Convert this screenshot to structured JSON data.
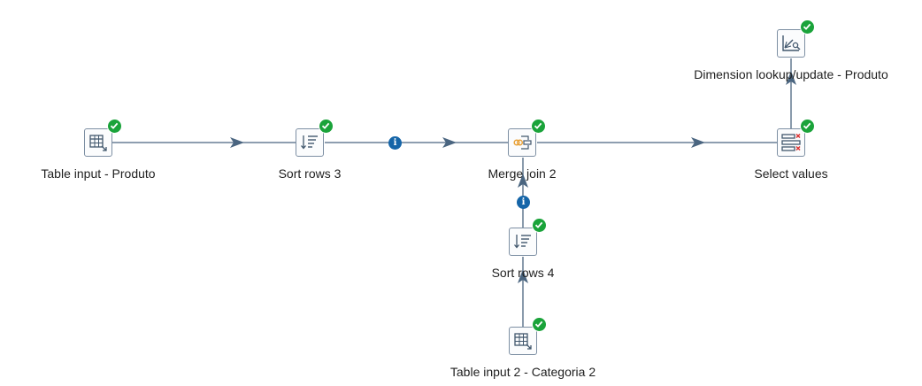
{
  "colors": {
    "hop": "#4a6580",
    "ok_badge": "#1aa33a",
    "info_badge": "#1565a8",
    "step_border": "#7d8fa3"
  },
  "steps": [
    {
      "id": "table_input_produto",
      "label": "Table input - Produto",
      "icon": "table-input-icon",
      "status": "ok-check-icon"
    },
    {
      "id": "sort_rows_3",
      "label": "Sort rows 3",
      "icon": "sort-rows-icon",
      "status": "ok-check-icon"
    },
    {
      "id": "merge_join_2",
      "label": "Merge join 2",
      "icon": "merge-join-icon",
      "status": "ok-check-icon"
    },
    {
      "id": "select_values",
      "label": "Select values",
      "icon": "select-values-icon",
      "status": "ok-check-icon"
    },
    {
      "id": "dimension_lookup",
      "label": "Dimension lookup/update - Produto",
      "icon": "dimension-lookup-icon",
      "status": "ok-check-icon"
    },
    {
      "id": "sort_rows_4",
      "label": "Sort rows 4",
      "icon": "sort-rows-icon",
      "status": "ok-check-icon"
    },
    {
      "id": "table_input_categoria",
      "label": "Table input 2 - Categoria 2",
      "icon": "table-input-icon",
      "status": "ok-check-icon"
    }
  ],
  "hops": [
    {
      "from": "table_input_produto",
      "to": "sort_rows_3",
      "info": false
    },
    {
      "from": "sort_rows_3",
      "to": "merge_join_2",
      "info": true
    },
    {
      "from": "merge_join_2",
      "to": "select_values",
      "info": false
    },
    {
      "from": "select_values",
      "to": "dimension_lookup",
      "info": false
    },
    {
      "from": "sort_rows_4",
      "to": "merge_join_2",
      "info": true
    },
    {
      "from": "table_input_categoria",
      "to": "sort_rows_4",
      "info": false
    }
  ],
  "info_symbol": "i"
}
